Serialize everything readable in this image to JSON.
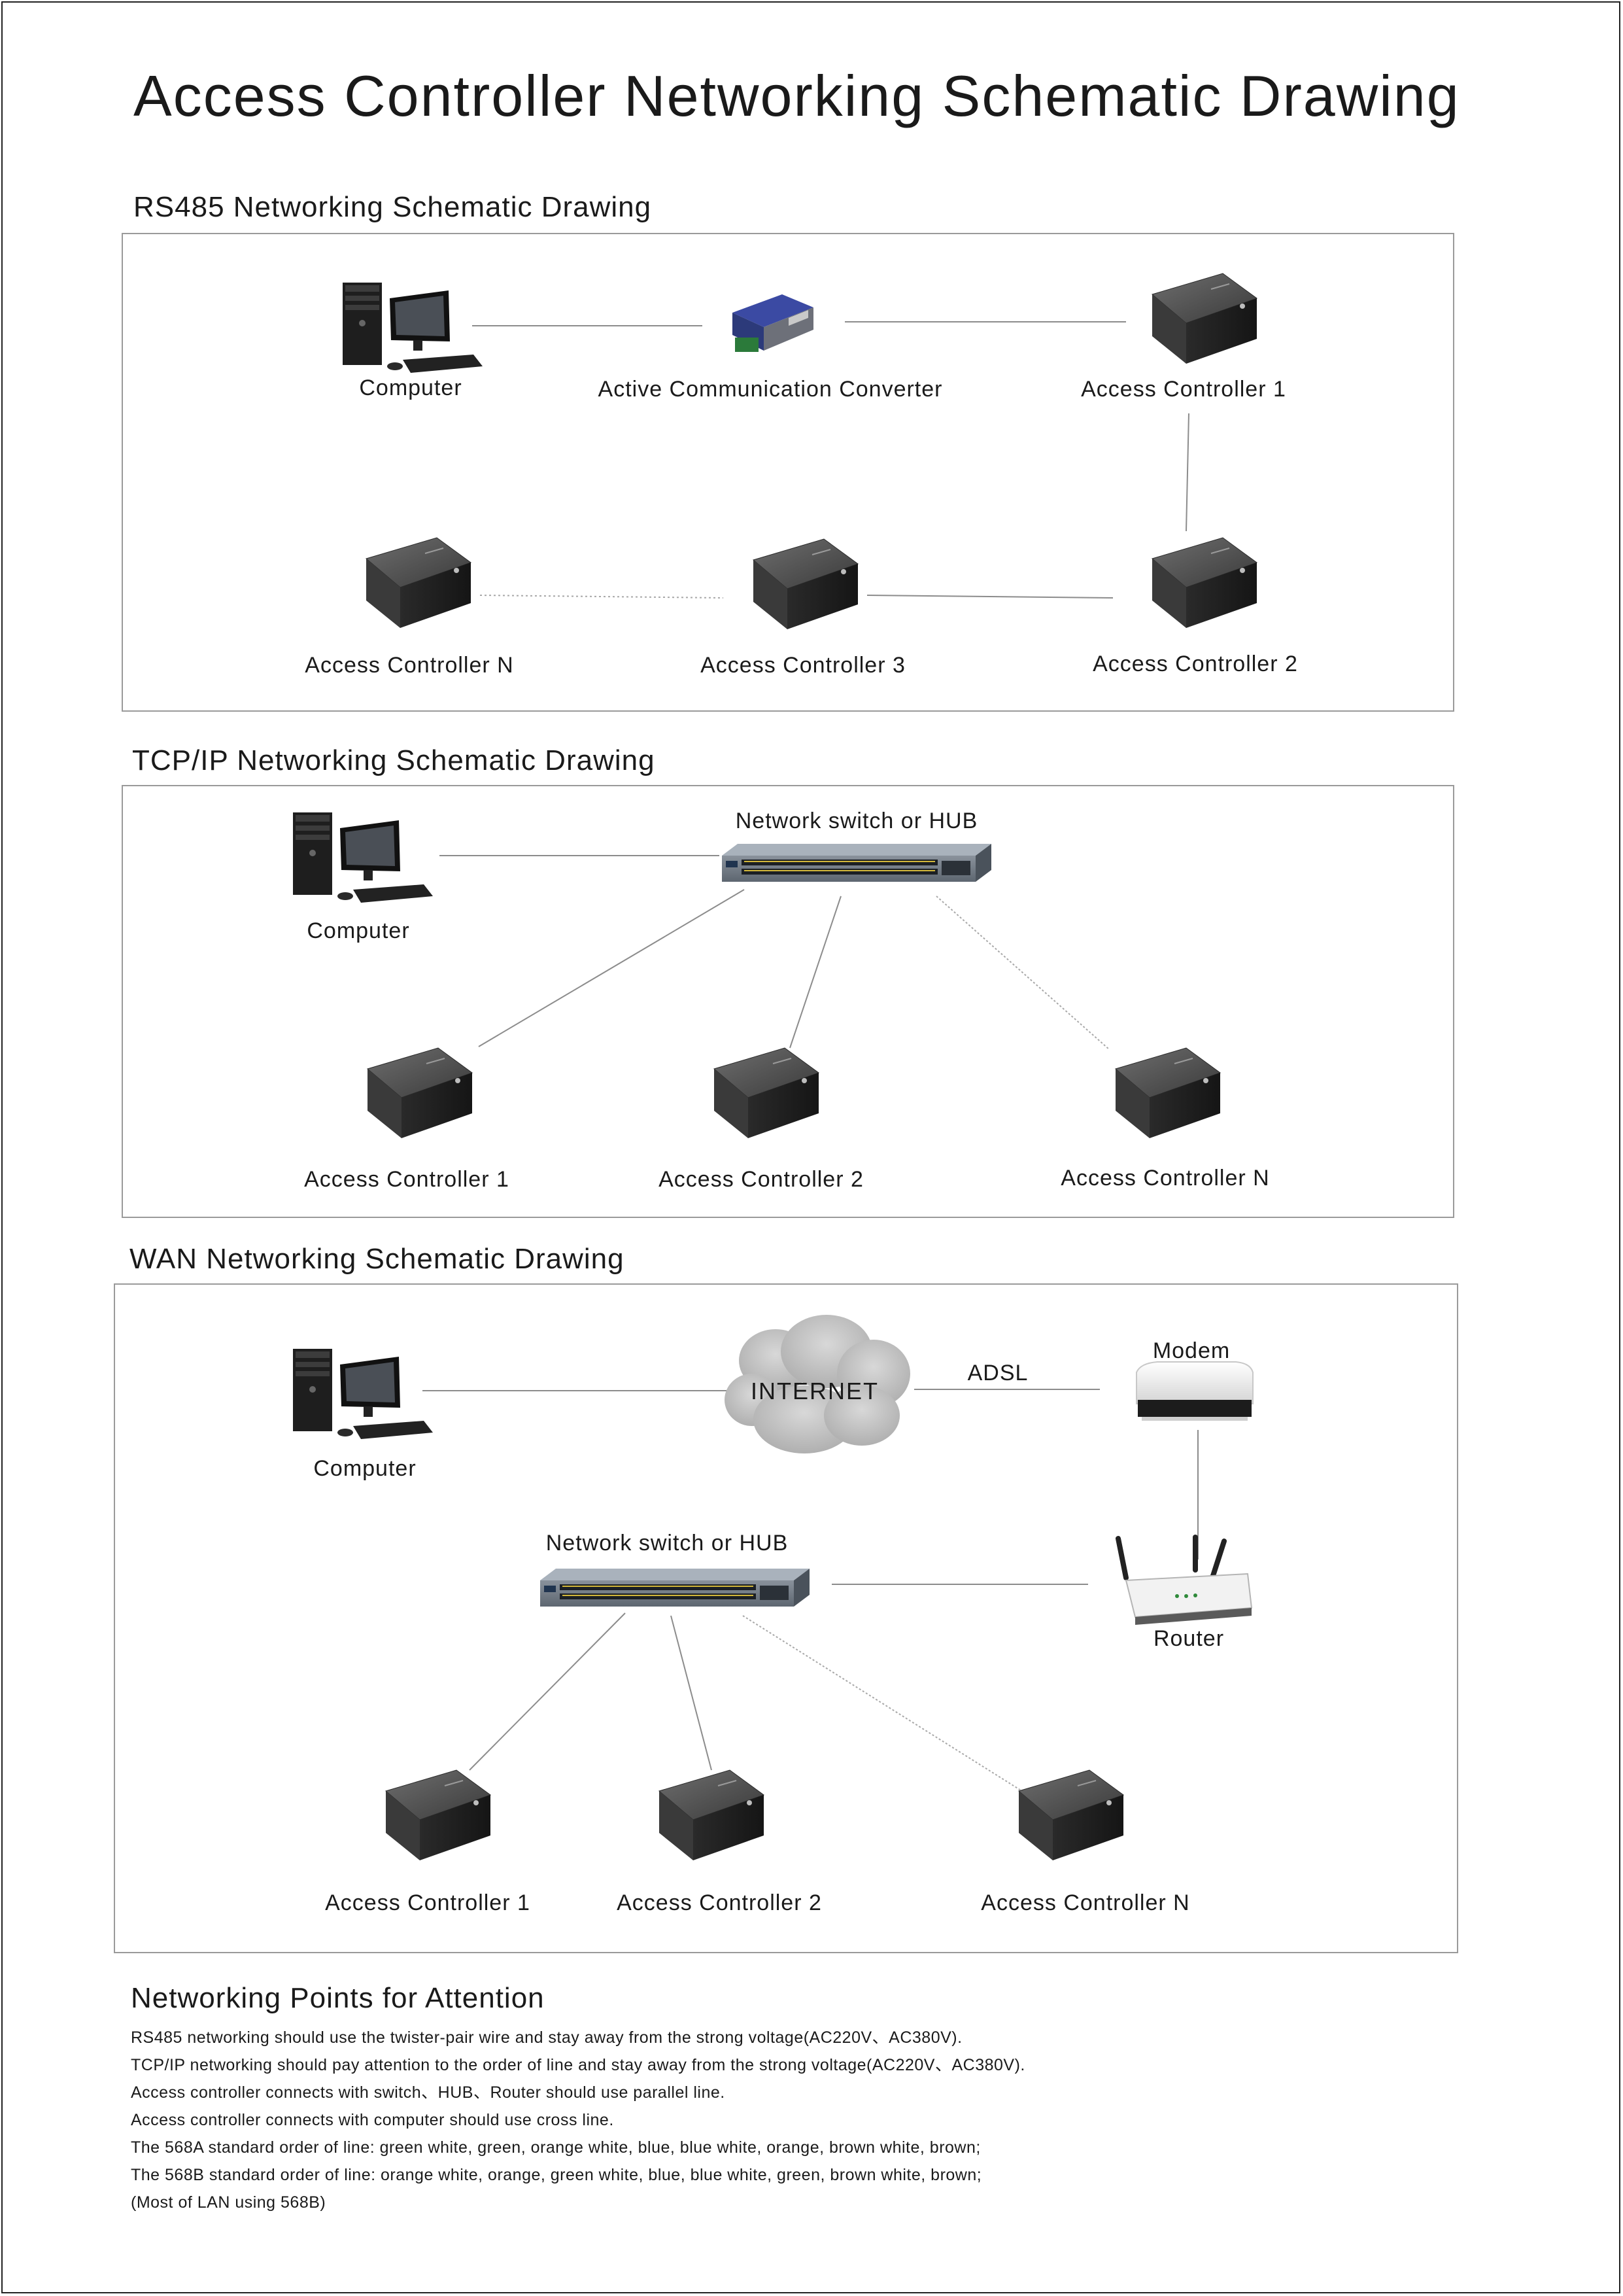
{
  "title": "Access Controller Networking Schematic Drawing",
  "rs485": {
    "heading": "RS485 Networking Schematic Drawing",
    "computer": "Computer",
    "converter": "Active  Communication Converter",
    "ac1": "Access Controller 1",
    "ac2": "Access Controller 2",
    "ac3": "Access Controller 3",
    "acn": "Access Controller N"
  },
  "tcpip": {
    "heading": "TCP/IP Networking Schematic Drawing",
    "switch": "Network switch or HUB",
    "computer": "Computer",
    "ac1": "Access Controller 1",
    "ac2": "Access Controller 2",
    "acn": "Access Controller N"
  },
  "wan": {
    "heading": "WAN  Networking Schematic Drawing",
    "computer": "Computer",
    "internet": "INTERNET",
    "adsl": "ADSL",
    "modem": "Modem",
    "switch": "Network switch or HUB",
    "router": "Router",
    "ac1": "Access Controller 1",
    "ac2": "Access Controller 2",
    "acn": "Access Controller N"
  },
  "notes": {
    "heading": "Networking Points for Attention",
    "lines": [
      "RS485 networking should use the twister-pair wire and stay away from the strong voltage(AC220V、AC380V).",
      "TCP/IP networking should pay attention to the order of line and stay away from the strong voltage(AC220V、AC380V).",
      "Access controller connects with switch、HUB、Router should use parallel line.",
      "Access controller connects with computer should use cross line.",
      "The 568A standard order of line: green white, green, orange white, blue, blue white, orange, brown white, brown;",
      "The 568B standard order of line: orange white, orange, green white, blue, blue white, green, brown white, brown;",
      "(Most of LAN using 568B)"
    ]
  }
}
